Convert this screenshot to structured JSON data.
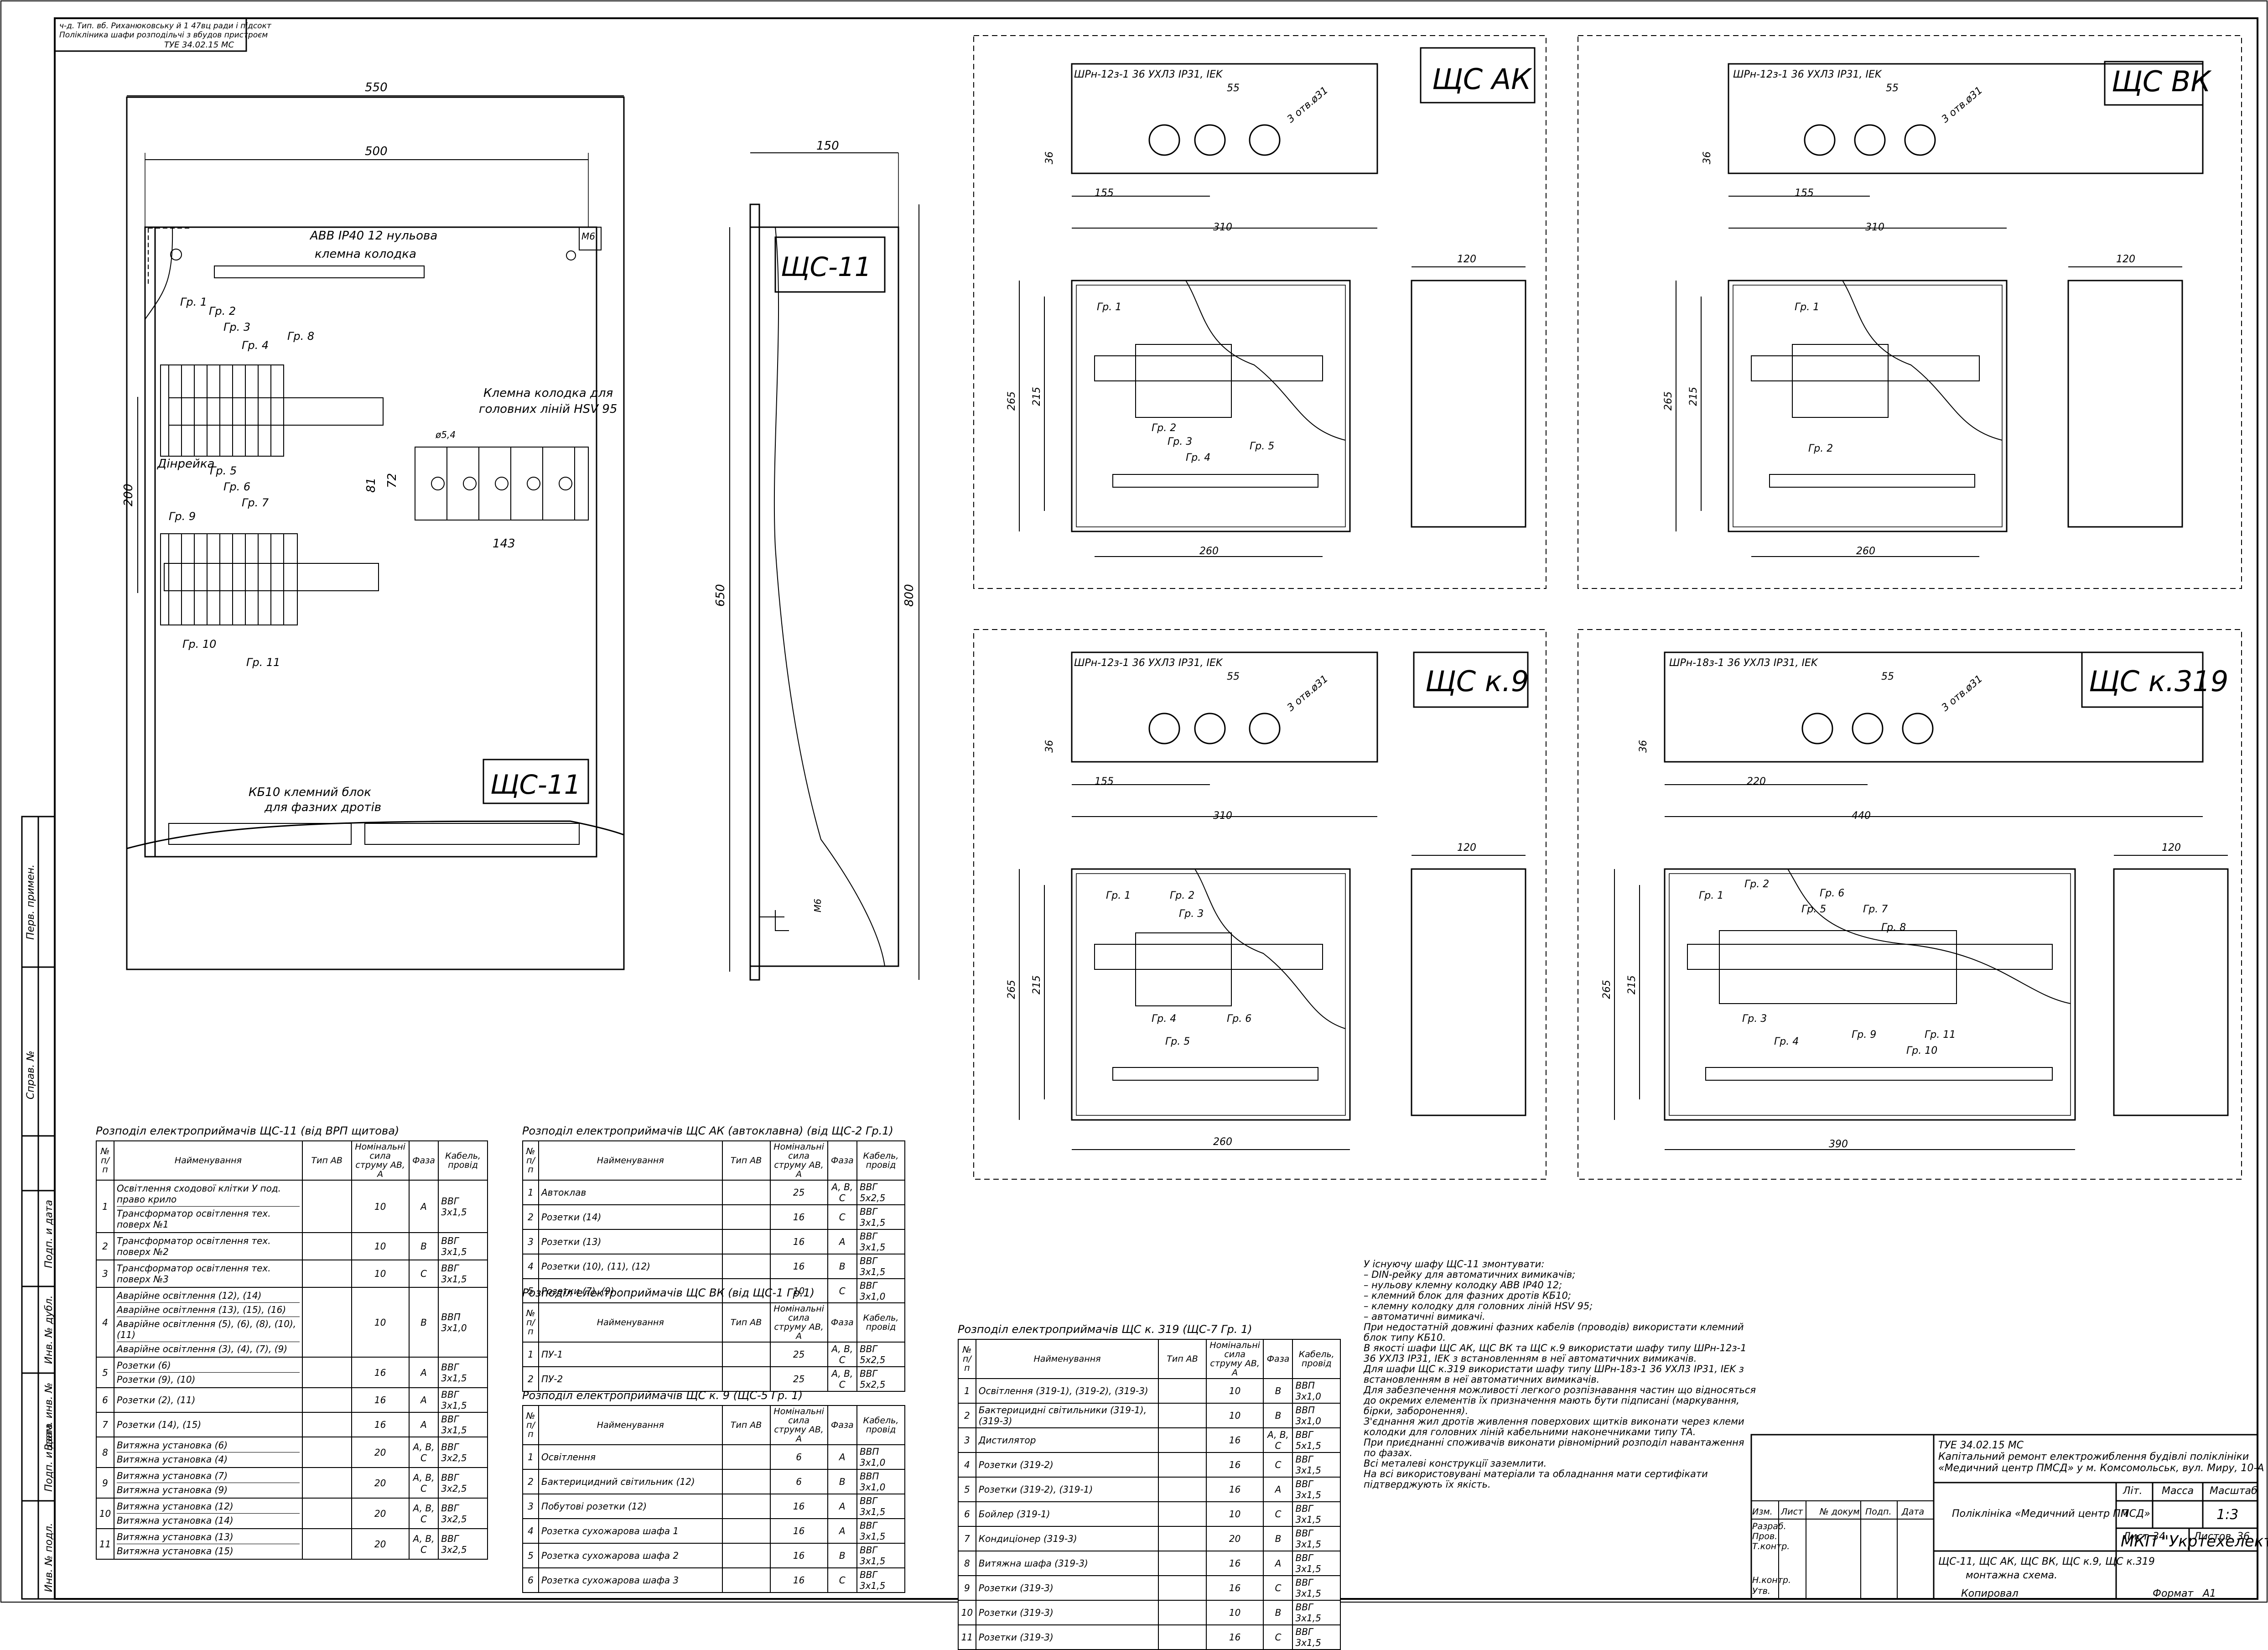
{
  "top_stamp": {
    "line1": "ТУЕ 34.02.15 МС",
    "mirror1": "ч-д. Тип. вб. Риханюковську й 1 47вц ради і підсокт",
    "mirror2": "Полікліника шафи розподільчі з вбудов пристроєм"
  },
  "cabinet_front": {
    "dim_550": "550",
    "dim_500": "500",
    "dim_200": "200",
    "dim_650": "650",
    "abb_label_1": "ABB IP40 12 нульова",
    "abb_label_2": "клемна колодка",
    "m6": "M6",
    "din_rail": "Дінрейка",
    "terminal_label_1": "Клемна колодка для",
    "terminal_label_2": "головних ліній HSV 95",
    "dim_81": "81",
    "dim_72": "72",
    "dim_143": "143",
    "dim_54": "ø5,4",
    "kb_label_1": "КБ10 клемний блок",
    "kb_label_2": "для фазних дротів",
    "cabinet_name": "ЩС-11",
    "groups": [
      "Гр. 1",
      "Гр. 2",
      "Гр. 3",
      "Гр. 4",
      "Гр. 5",
      "Гр. 6",
      "Гр. 7",
      "Гр. 8",
      "Гр. 9",
      "Гр. 10",
      "Гр. 11"
    ]
  },
  "cabinet_side": {
    "dim_150": "150",
    "dim_800": "800",
    "m6": "M6",
    "name": "ЩС-11"
  },
  "panels": [
    {
      "name": "ЩС АК",
      "model": "ШРн-12з-1 36 УХЛ3 IP31, IEK",
      "d55": "55",
      "hole": "3 отв.ø31",
      "d36": "36",
      "d155": "155",
      "d310": "310",
      "d120": "120",
      "d265": "265",
      "d215": "215",
      "d260": "260",
      "groups": [
        "Гр. 1",
        "Гр. 2",
        "Гр. 3",
        "Гр. 4",
        "Гр. 5"
      ]
    },
    {
      "name": "ЩС ВК",
      "model": "ШРн-12з-1 36 УХЛ3 IP31, IEK",
      "d55": "55",
      "hole": "3 отв.ø31",
      "d36": "36",
      "d155": "155",
      "d310": "310",
      "d120": "120",
      "d265": "265",
      "d215": "215",
      "d260": "260",
      "groups": [
        "Гр. 1",
        "Гр. 2"
      ]
    },
    {
      "name": "ЩС к.9",
      "model": "ШРн-12з-1 36 УХЛ3 IP31, IEK",
      "d55": "55",
      "hole": "3 отв.ø31",
      "d36": "36",
      "d155": "155",
      "d310": "310",
      "d120": "120",
      "d265": "265",
      "d215": "215",
      "d260": "260",
      "groups": [
        "Гр. 1",
        "Гр. 2",
        "Гр. 3",
        "Гр. 4",
        "Гр. 5",
        "Гр. 6"
      ]
    },
    {
      "name": "ЩС к.319",
      "model": "ШРн-18з-1 36 УХЛ3 IP31, IEK",
      "d55": "55",
      "hole": "3 отв.ø31",
      "d36": "36",
      "d155": "220",
      "d310": "440",
      "d120": "120",
      "d265": "265",
      "d215": "215",
      "d260": "390",
      "groups": [
        "Гр. 1",
        "Гр. 2",
        "Гр. 3",
        "Гр. 4",
        "Гр. 5",
        "Гр. 6",
        "Гр. 7",
        "Гр. 8",
        "Гр. 9",
        "Гр. 10",
        "Гр. 11"
      ]
    }
  ],
  "table_headers": {
    "num": "№ п/п",
    "name": "Найменування",
    "type": "Тип АВ",
    "current": "Номінальні сила струму АВ, А",
    "phase": "Фаза",
    "cable": "Кабель, провід"
  },
  "table1": {
    "title": "Розподіл електроприймачів ЩС-11 (від ВРП щитова)",
    "rows": [
      {
        "n": "1",
        "names": [
          "Освітлення сходової клітки У под. право крило",
          "Трансформатор освітлення тех. поверх №1"
        ],
        "i": "10",
        "f": "A",
        "c": "ВВГ 3х1,5"
      },
      {
        "n": "2",
        "names": [
          "Трансформатор освітлення тех. поверх №2"
        ],
        "i": "10",
        "f": "B",
        "c": "ВВГ 3х1,5"
      },
      {
        "n": "3",
        "names": [
          "Трансформатор освітлення тех. поверх №3"
        ],
        "i": "10",
        "f": "C",
        "c": "ВВГ 3х1,5"
      },
      {
        "n": "4",
        "names": [
          "Аварійне освітлення (12), (14)",
          "Аварійне освітлення (13), (15), (16)",
          "Аварійне освітлення (5), (6), (8), (10), (11)",
          "Аварійне освітлення (3), (4), (7), (9)"
        ],
        "i": "10",
        "f": "B",
        "c": "ВВП 3х1,0"
      },
      {
        "n": "5",
        "names": [
          "Розетки (6)",
          "Розетки (9), (10)"
        ],
        "i": "16",
        "f": "A",
        "c": "ВВГ 3х1,5"
      },
      {
        "n": "6",
        "names": [
          "Розетки (2), (11)"
        ],
        "i": "16",
        "f": "A",
        "c": "ВВГ 3х1,5"
      },
      {
        "n": "7",
        "names": [
          "Розетки (14), (15)"
        ],
        "i": "16",
        "f": "A",
        "c": "ВВГ 3х1,5"
      },
      {
        "n": "8",
        "names": [
          "Витяжна установка (6)",
          "Витяжна установка (4)"
        ],
        "i": "20",
        "f": "A, B, C",
        "c": "ВВГ 3х2,5"
      },
      {
        "n": "9",
        "names": [
          "Витяжна установка (7)",
          "Витяжна установка (9)"
        ],
        "i": "20",
        "f": "A, B, C",
        "c": "ВВГ 3х2,5"
      },
      {
        "n": "10",
        "names": [
          "Витяжна установка (12)",
          "Витяжна установка (14)"
        ],
        "i": "20",
        "f": "A, B, C",
        "c": "ВВГ 3х2,5"
      },
      {
        "n": "11",
        "names": [
          "Витяжна установка (13)",
          "Витяжна установка (15)"
        ],
        "i": "20",
        "f": "A, B, C",
        "c": "ВВГ 3х2,5"
      }
    ]
  },
  "table2": {
    "title": "Розподіл електроприймачів ЩС АК (автоклавна) (від ЩС-2 Гр.1)",
    "rows": [
      {
        "n": "1",
        "name": "Автоклав",
        "i": "25",
        "f": "A, B, C",
        "c": "ВВГ 5х2,5"
      },
      {
        "n": "2",
        "name": "Розетки (14)",
        "i": "16",
        "f": "C",
        "c": "ВВГ 3х1,5"
      },
      {
        "n": "3",
        "name": "Розетки (13)",
        "i": "16",
        "f": "A",
        "c": "ВВГ 3х1,5"
      },
      {
        "n": "4",
        "name": "Розетки (10), (11), (12)",
        "i": "16",
        "f": "B",
        "c": "ВВГ 3х1,5"
      },
      {
        "n": "5",
        "name": "Розетки (7), (9)",
        "i": "10",
        "f": "C",
        "c": "ВВГ 3х1,0"
      }
    ]
  },
  "table3": {
    "title": "Розподіл електроприймачів ЩС ВК (від ЩС-1 Гр.1)",
    "rows": [
      {
        "n": "1",
        "name": "ПУ-1",
        "i": "25",
        "f": "A, B, C",
        "c": "ВВГ 5х2,5"
      },
      {
        "n": "2",
        "name": "ПУ-2",
        "i": "25",
        "f": "A, B, C",
        "c": "ВВГ 5х2,5"
      }
    ]
  },
  "table4": {
    "title": "Розподіл електроприймачів ЩС к. 9 (ЩС-5 Гр. 1)",
    "rows": [
      {
        "n": "1",
        "name": "Освітлення",
        "i": "6",
        "f": "A",
        "c": "ВВП 3х1,0"
      },
      {
        "n": "2",
        "name": "Бактерицидний світильник (12)",
        "i": "6",
        "f": "B",
        "c": "ВВП 3х1,0"
      },
      {
        "n": "3",
        "name": "Побутові розетки (12)",
        "i": "16",
        "f": "A",
        "c": "ВВГ 3х1,5"
      },
      {
        "n": "4",
        "name": "Розетка сухожарова шафа 1",
        "i": "16",
        "f": "A",
        "c": "ВВГ 3х1,5"
      },
      {
        "n": "5",
        "name": "Розетка сухожарова шафа 2",
        "i": "16",
        "f": "B",
        "c": "ВВГ 3х1,5"
      },
      {
        "n": "6",
        "name": "Розетка сухожарова шафа 3",
        "i": "16",
        "f": "C",
        "c": "ВВГ 3х1,5"
      }
    ]
  },
  "table5": {
    "title": "Розподіл електроприймачів ЩС к. 319 (ЩС-7 Гр. 1)",
    "rows": [
      {
        "n": "1",
        "name": "Освітлення (319-1), (319-2), (319-3)",
        "i": "10",
        "f": "B",
        "c": "ВВП 3х1,0"
      },
      {
        "n": "2",
        "name": "Бактерицидні світильники (319-1), (319-3)",
        "i": "10",
        "f": "B",
        "c": "ВВП 3х1,0"
      },
      {
        "n": "3",
        "name": "Дистилятор",
        "i": "16",
        "f": "A, B, C",
        "c": "ВВГ 5х1,5"
      },
      {
        "n": "4",
        "name": "Розетки (319-2)",
        "i": "16",
        "f": "C",
        "c": "ВВГ 3х1,5"
      },
      {
        "n": "5",
        "name": "Розетки (319-2), (319-1)",
        "i": "16",
        "f": "A",
        "c": "ВВГ 3х1,5"
      },
      {
        "n": "6",
        "name": "Бойлер (319-1)",
        "i": "10",
        "f": "C",
        "c": "ВВГ 3х1,5"
      },
      {
        "n": "7",
        "name": "Кондиціонер (319-3)",
        "i": "20",
        "f": "B",
        "c": "ВВГ 3х1,5"
      },
      {
        "n": "8",
        "name": "Витяжна шафа (319-3)",
        "i": "16",
        "f": "A",
        "c": "ВВГ 3х1,5"
      },
      {
        "n": "9",
        "name": "Розетки (319-3)",
        "i": "16",
        "f": "C",
        "c": "ВВГ 3х1,5"
      },
      {
        "n": "10",
        "name": "Розетки (319-3)",
        "i": "10",
        "f": "B",
        "c": "ВВГ 3х1,5"
      },
      {
        "n": "11",
        "name": "Розетки (319-3)",
        "i": "16",
        "f": "C",
        "c": "ВВГ 3х1,5"
      }
    ]
  },
  "notes": [
    "У існуючу шафу ЩС-11 змонтувати:",
    "– DIN-рейку для автоматичних вимикачів;",
    "– нульову клемну колодку ABB IP40 12;",
    "– клемний блок для фазних дротів КБ10;",
    "– клемну колодку для головних ліній HSV 95;",
    "– автоматичні вимикачі.",
    "При недостатній довжині фазних кабелів (проводів) використати клемний блок типу КБ10.",
    "В якості шафи ЩС АК, ЩС ВК та ЩС к.9 використати шафу типу ШРн-12з-1 36 УХЛ3 IP31, IEK з встановленням в неї автоматичних вимикачів.",
    "Для шафи ЩС к.319 використати шафу типу ШРн-18з-1 36 УХЛ3 IP31, IEK з встановленням в неї автоматичних вимикачів.",
    "Для забезпечення можливості легкого розпізнавання частин що відносяться до окремих елементів їх призначення мають бути підписані (маркування, бірки, заборонення).",
    "З'єднання жил дротів живлення поверхових щитків виконати через клеми колодки для головних ліній кабельними наконечниками типу ТА.",
    "При приєднанні споживачів виконати рівномірний розподіл навантаження по фазах.",
    "Всі металеві конструкції заземлити.",
    "На всі використовувані матеріали та обладнання мати сертифікати підтверджують їх якість."
  ],
  "titleblock": {
    "code": "ТУЕ 34.02.15 МС",
    "project_1": "Капітальний ремонт електрожиблення будівлі поліклініки",
    "project_2": "«Медичний центр ПМСД» у м. Комсомольськ, вул. Миру, 10-А",
    "object": "Поліклініка «Медичний центр ПМСД»",
    "drawing_1": "ЩС-11, ЩС АК, ЩС ВК, ЩС к.9, ЩС к.319",
    "drawing_2": "монтажна схема.",
    "company": "МКП \"Укртехелектрик\"",
    "lit": "Літ.",
    "mass": "Масса",
    "scale": "Масштаб",
    "scale_val": "1:3",
    "sheet": "Лист",
    "sheet_val": "34",
    "sheets": "Листов",
    "sheets_val": "36",
    "stage": "П",
    "copied": "Копировал",
    "format": "Формат",
    "format_val": "A1",
    "col_izm": "Изм.",
    "col_list": "Лист",
    "col_doc": "№ докум.",
    "col_sign": "Подп.",
    "col_date": "Дата",
    "razrab": "Разраб.",
    "prov": "Пров.",
    "tkontr": "Т.контр.",
    "nkontr": "Н.контр.",
    "utv": "Утв."
  },
  "margin_labels": [
    "Перв. примен.",
    "Справ. №",
    "Подп. и дата",
    "Инв. № дубл.",
    "Взам. инв. №",
    "Подп. и дата",
    "Инв. № подл."
  ]
}
